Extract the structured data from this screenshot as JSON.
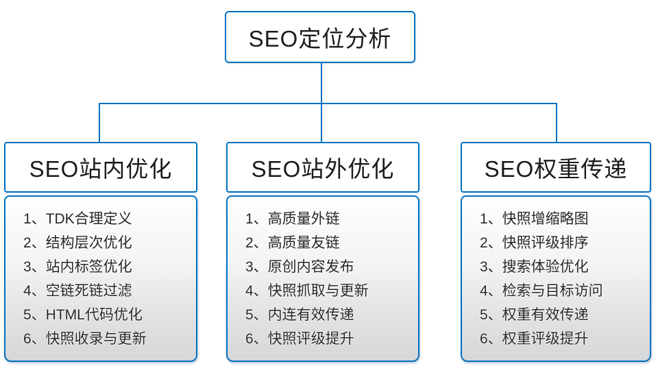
{
  "diagram": {
    "root": {
      "label": "SEO定位分析"
    },
    "columns": [
      {
        "title": "SEO站内优化",
        "items": [
          "1、TDK合理定义",
          "2、结构层次优化",
          "3、站内标签优化",
          "4、空链死链过滤",
          "5、HTML代码优化",
          "6、快照收录与更新"
        ]
      },
      {
        "title": "SEO站外优化",
        "items": [
          "1、高质量外链",
          "2、高质量友链",
          "3、原创内容发布",
          "4、快照抓取与更新",
          "5、内连有效传递",
          "6、快照评级提升"
        ]
      },
      {
        "title": "SEO权重传递",
        "items": [
          "1、快照增缩略图",
          "2、快照评级排序",
          "3、搜索体验优化",
          "4、检索与目标访问",
          "5、权重有效传递",
          "6、权重评级提升"
        ]
      }
    ],
    "colors": {
      "line_blue": "#0070c0",
      "card_gradient_top": "#fefefe",
      "card_gradient_bottom": "#d6d7d9",
      "text": "#1a1a1a"
    }
  }
}
